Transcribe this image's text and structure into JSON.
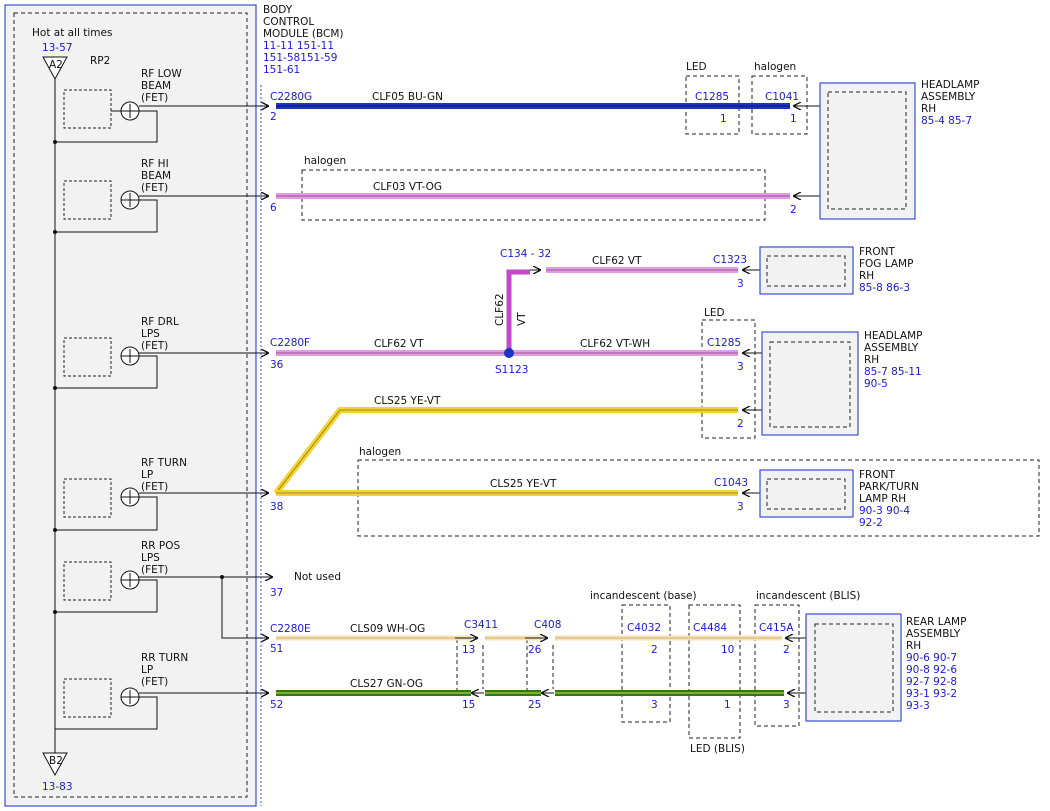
{
  "module": {
    "title_lines": [
      "BODY",
      "CONTROL",
      "MODULE (BCM)"
    ],
    "ref_lines": [
      "11-11  151-11",
      "151-58151-59",
      "151-61"
    ],
    "hot_label": "Hot at all times",
    "power_ref": "13-57",
    "power_node": "A2",
    "rp_label": "RP2",
    "ground_node": "B2",
    "ground_ref": "13-83",
    "fets": [
      {
        "lines": [
          "RF LOW",
          "BEAM",
          "(FET)"
        ]
      },
      {
        "lines": [
          "RF HI",
          "BEAM",
          "(FET)"
        ]
      },
      {
        "lines": [
          "RF DRL",
          "LPS",
          "(FET)"
        ]
      },
      {
        "lines": [
          "RF TURN",
          "LP",
          "(FET)"
        ]
      },
      {
        "lines": [
          "RR POS",
          "LPS",
          "(FET)"
        ]
      },
      {
        "lines": [
          "RR TURN",
          "LP",
          "(FET)"
        ]
      }
    ]
  },
  "connectors": {
    "c2280g": "C2280G",
    "c2280f": "C2280F",
    "c2280e": "C2280E",
    "c1285a": "C1285",
    "c1041": "C1041",
    "c134": "C134 -  32",
    "c1323": "C1323",
    "c1285b": "C1285",
    "s1123": "S1123",
    "c1043": "C1043",
    "c3411": "C3411",
    "c408": "C408",
    "c4032": "C4032",
    "c4484": "C4484",
    "c415a": "C415A"
  },
  "pins": {
    "p2": "2",
    "p6": "6",
    "p36": "36",
    "p38": "38",
    "p37": "37",
    "p51": "51",
    "p52": "52",
    "hl_led": "1",
    "hl_halogen": "1",
    "hi_halogen": "2",
    "fog": "3",
    "drl_hl": "3",
    "turn_hl": "2",
    "park": "3",
    "e13": "13",
    "e15": "15",
    "e26": "26",
    "e25": "25",
    "base2": "2",
    "base3": "3",
    "blis10": "10",
    "blis1": "1",
    "c415a2": "2",
    "c415a3": "3"
  },
  "circuits": {
    "low": "CLF05   BU-GN",
    "hi": "CLF03   VT-OG",
    "fog": "CLF62   VT",
    "drl": "CLF62   VT",
    "drl_wh": "CLF62   VT-WH",
    "turn_up": "CLS25   YE-VT",
    "turn": "CLS25   YE-VT",
    "rear_pos": "CLS09   WH-OG",
    "rear_turn": "CLS27   GN-OG",
    "vertical_circuit": "CLF62",
    "vertical_color": "VT"
  },
  "options": {
    "led": "LED",
    "halogen": "halogen",
    "halogen2": "halogen",
    "led2": "LED",
    "halogen3": "halogen",
    "inc_base": "incandescent (base)",
    "inc_blis": "incandescent (BLIS)",
    "led_blis": "LED (BLIS)"
  },
  "not_used": "Not used",
  "components": {
    "headlamp": {
      "lines": [
        "HEADLAMP",
        "ASSEMBLY",
        "RH"
      ],
      "refs": [
        "85-4   85-7"
      ]
    },
    "fog": {
      "lines": [
        "FRONT",
        "FOG LAMP",
        "RH"
      ],
      "refs": [
        "85-8   86-3"
      ]
    },
    "headlamp2": {
      "lines": [
        "HEADLAMP",
        "ASSEMBLY",
        "RH"
      ],
      "refs": [
        "85-7   85-11",
        "90-5"
      ]
    },
    "park": {
      "lines": [
        "FRONT",
        "PARK/TURN",
        "LAMP RH"
      ],
      "refs": [
        "90-3   90-4",
        "92-2"
      ]
    },
    "rear": {
      "lines": [
        "REAR LAMP",
        "ASSEMBLY",
        "RH"
      ],
      "refs": [
        "90-6   90-7",
        "90-8   92-6",
        "92-7   92-8",
        "93-1   93-2",
        "93-3"
      ]
    }
  },
  "colors": {
    "blue_wire": "#1b35c8",
    "pink_wire": "#e39ce0",
    "violet_wire": "#c447c8",
    "yellow_wire": "#f3d230",
    "green_wire": "#2f7a12",
    "border": "#3a4fd0"
  }
}
